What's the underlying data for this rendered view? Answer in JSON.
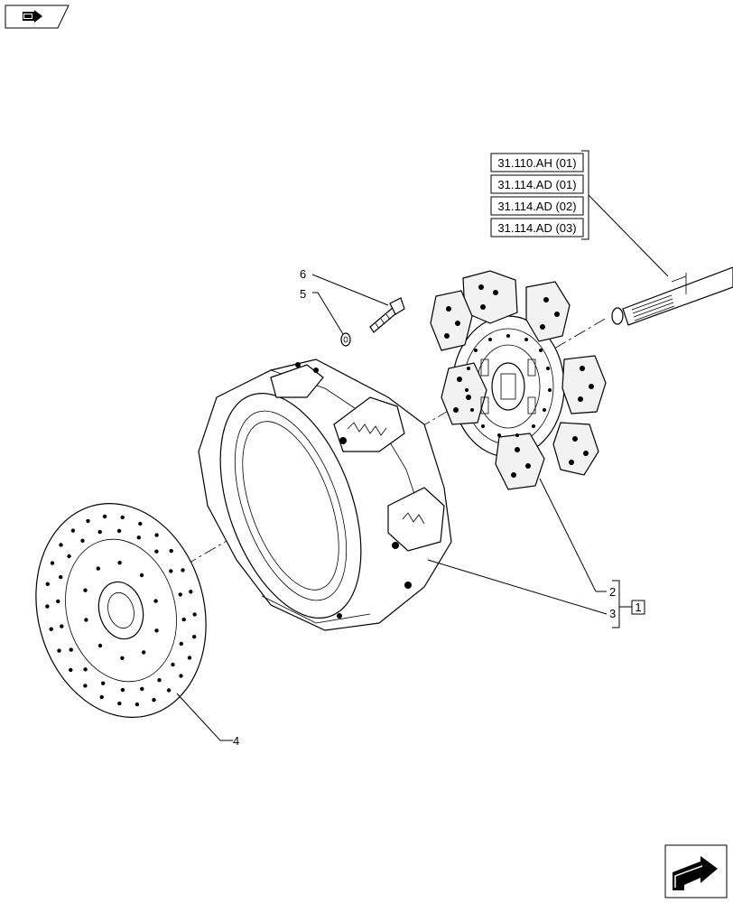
{
  "nav": {
    "back_icon": "book-arrow-icon",
    "forward_icon": "page-arrow-icon"
  },
  "references": [
    {
      "code": "31.110.AH (01)"
    },
    {
      "code": "31.114.AD (01)"
    },
    {
      "code": "31.114.AD (02)"
    },
    {
      "code": "31.114.AD (03)"
    }
  ],
  "callouts": {
    "c2": "2",
    "c3": "3",
    "c4": "4",
    "c5": "5",
    "c6": "6",
    "kit": "1"
  },
  "colors": {
    "line": "#000000",
    "background": "#ffffff",
    "pad_fill": "#f2f2f2"
  }
}
